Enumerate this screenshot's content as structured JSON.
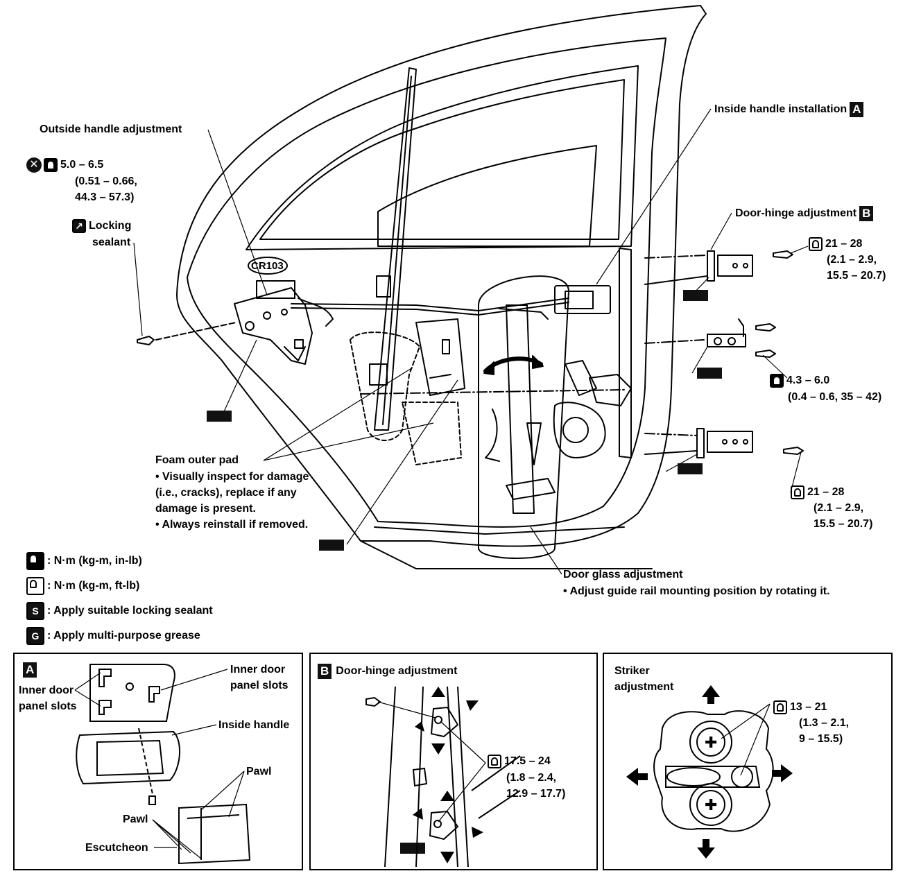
{
  "main": {
    "outside_handle_adjustment": "Outside handle adjustment",
    "outside_handle_torque": [
      "5.0 – 6.5",
      "(0.51 – 0.66,",
      "44.3 – 57.3)"
    ],
    "locking_sealant": [
      "Locking",
      "sealant"
    ],
    "cr_code": "CR103",
    "inside_handle_installation": "Inside handle installation",
    "door_hinge_adjustment": "Door-hinge adjustment",
    "upper_hinge_torque": [
      "21 – 28",
      "(2.1 – 2.9,",
      "15.5 – 20.7)"
    ],
    "check_link_torque": [
      "4.3 – 6.0",
      "(0.4 – 0.6, 35 – 42)"
    ],
    "lower_hinge_torque": [
      "21 – 28",
      "(2.1 – 2.9,",
      "15.5 – 20.7)"
    ],
    "foam_outer_pad": [
      "Foam outer pad",
      "• Visually inspect for damage",
      "(i.e., cracks), replace if any",
      "damage is present.",
      "• Always reinstall if removed."
    ],
    "door_glass_adjustment": [
      "Door glass adjustment",
      "• Adjust guide rail mounting position by rotating it."
    ]
  },
  "legend": [
    {
      "icon": "torque-in-lb-icon",
      "text": ": N·m (kg-m, in-lb)"
    },
    {
      "icon": "torque-ft-lb-icon",
      "text": ": N·m (kg-m, ft-lb)"
    },
    {
      "icon": "S",
      "text": ": Apply suitable locking sealant"
    },
    {
      "icon": "G",
      "text": ": Apply multi-purpose grease"
    }
  ],
  "badges": {
    "a": "A",
    "b": "B"
  },
  "detail_a": {
    "badge": "A",
    "inner_door_panel_slots_left": [
      "Inner door",
      "panel slots"
    ],
    "inner_door_panel_slots_right": [
      "Inner door",
      "panel slots"
    ],
    "inside_handle": "Inside handle",
    "pawl_upper": "Pawl",
    "pawl_lower": "Pawl",
    "escutcheon": "Escutcheon"
  },
  "detail_b": {
    "badge": "B",
    "title": "Door-hinge adjustment",
    "torque": [
      "17.5 – 24",
      "(1.8 – 2.4,",
      "12.9 – 17.7)"
    ]
  },
  "detail_c": {
    "title": [
      "Striker",
      "adjustment"
    ],
    "torque": [
      "13 – 21",
      "(1.3 – 2.1,",
      "9 – 15.5)"
    ]
  }
}
